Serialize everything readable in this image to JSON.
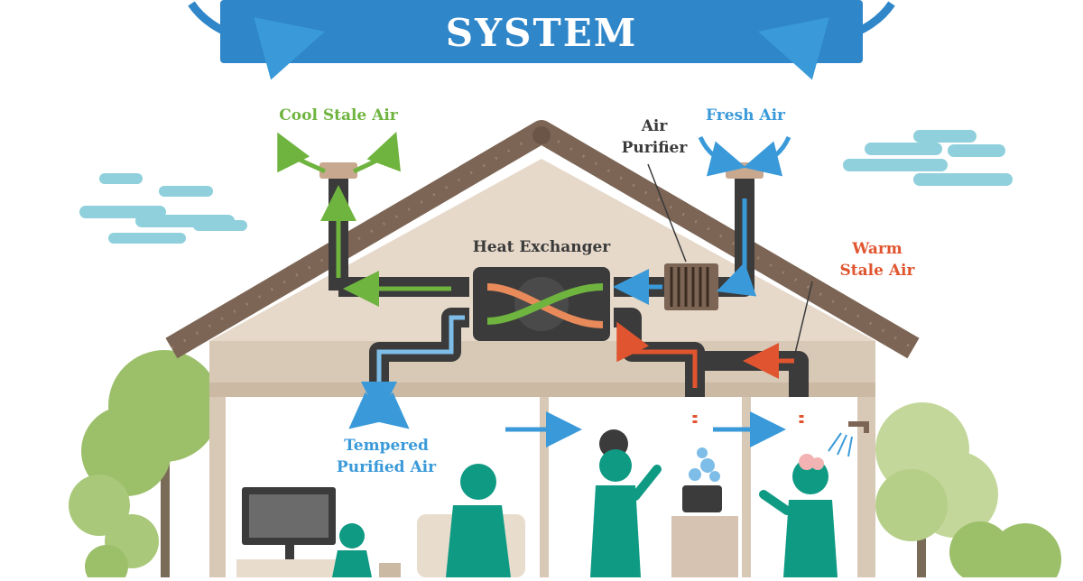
{
  "banner": {
    "title": "SYSTEM"
  },
  "labels": {
    "cool_stale_air": "Cool Stale Air",
    "fresh_air": "Fresh Air",
    "air_purifier": [
      "Air",
      "Purifier"
    ],
    "heat_exchanger": "Heat Exchanger",
    "warm_stale_air": [
      "Warm",
      "Stale Air"
    ],
    "tempered_purified_air": [
      "Tempered",
      "Purified Air"
    ]
  },
  "colors": {
    "banner_blue": "#2f86c8",
    "cool_green": "#6fb43f",
    "fresh_blue": "#3a9ad9",
    "warm_red": "#e0552f",
    "tempered_orange": "#e88a5a",
    "duct_dark": "#3b3b3b",
    "roof_brown": "#7c6555",
    "attic_beige": "#e6d9ca",
    "wall_beige": "#d8c8b6",
    "person_teal": "#0f9a84",
    "cloud_blue": "#8fd0dc",
    "tree_green": "#9cbf6a",
    "label_dark": "#3a3a3a"
  }
}
